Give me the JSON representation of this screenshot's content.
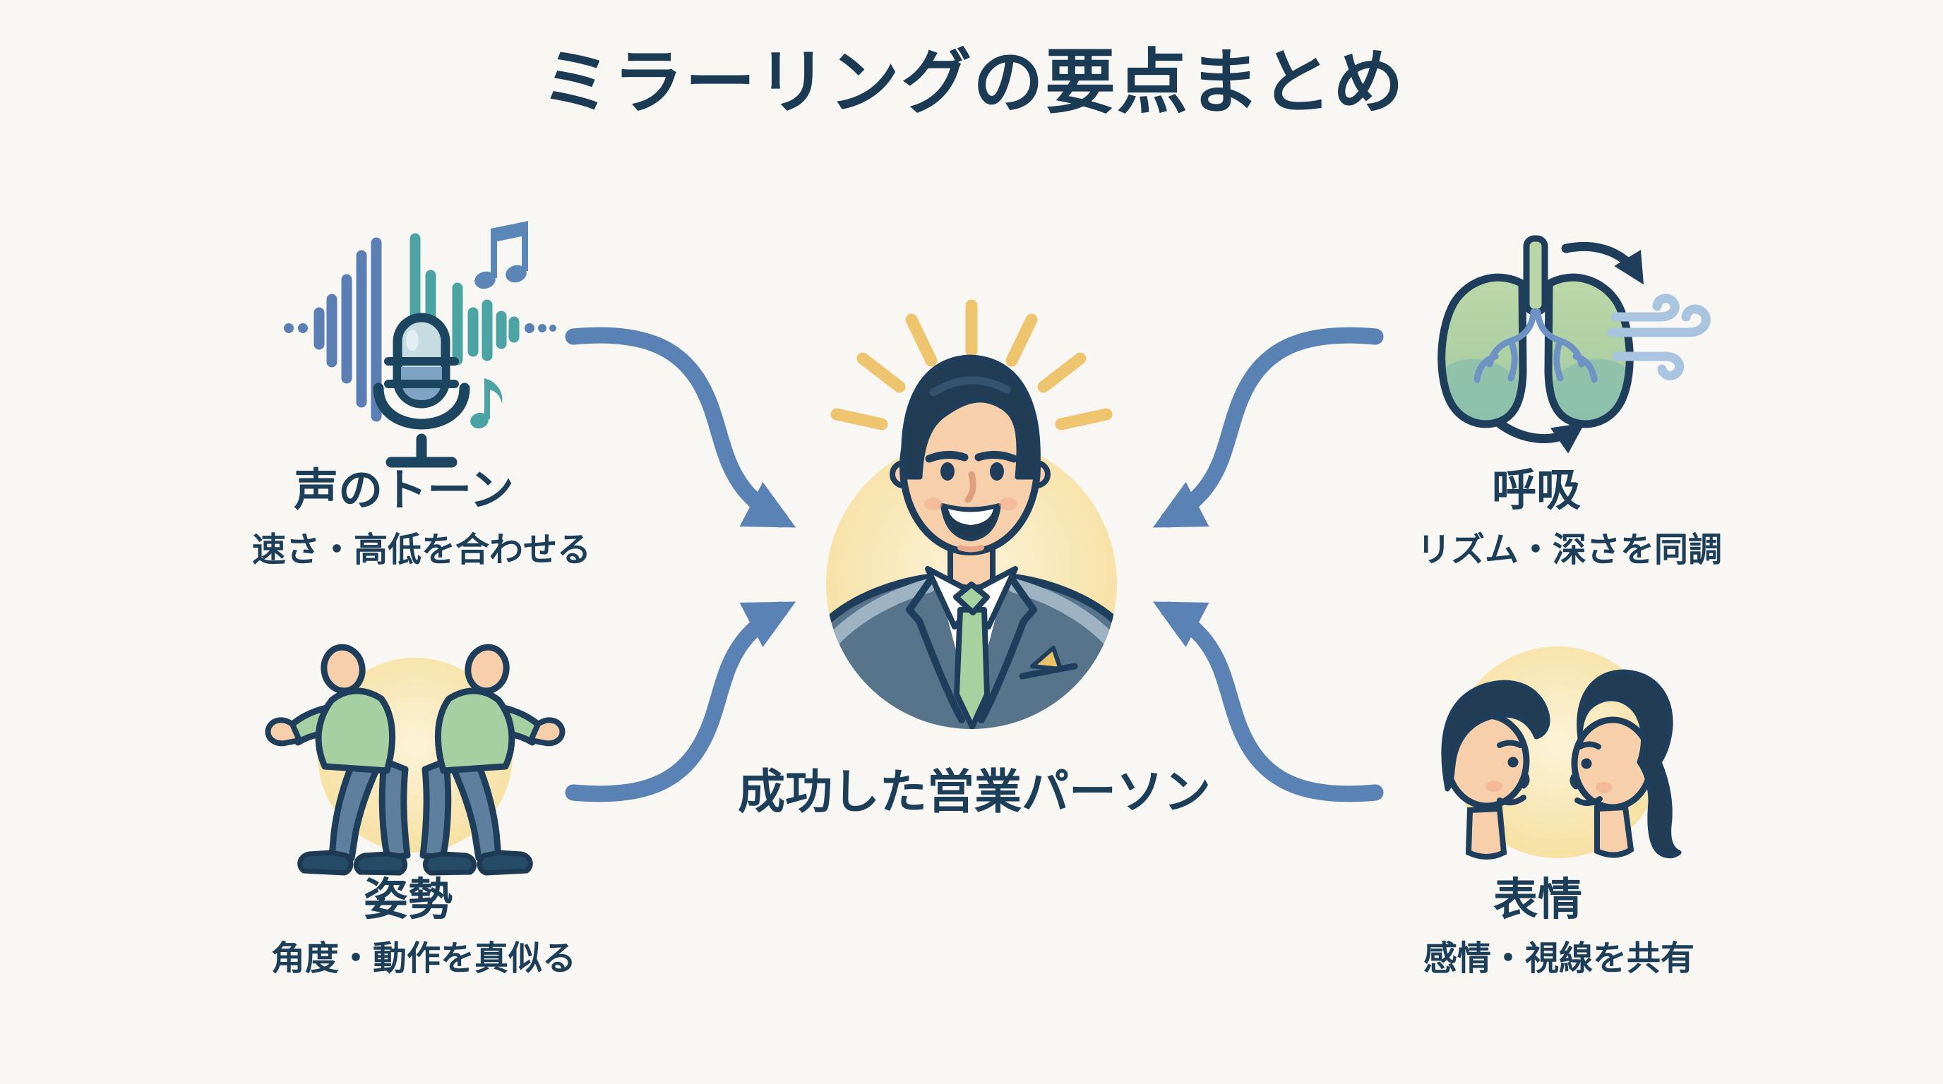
{
  "title": "ミラーリングの要点まとめ",
  "center": {
    "label": "成功した営業パーソン",
    "icon": "salesperson-avatar"
  },
  "nodes": [
    {
      "id": "voice-tone",
      "position": "top-left",
      "label": "声のトーン",
      "sublabel": "速さ・高低を合わせる",
      "icon": "microphone-waveform-icon"
    },
    {
      "id": "breathing",
      "position": "top-right",
      "label": "呼吸",
      "sublabel": "リズム・深さを同調",
      "icon": "lungs-icon"
    },
    {
      "id": "posture",
      "position": "bottom-left",
      "label": "姿勢",
      "sublabel": "角度・動作を真似る",
      "icon": "mirrored-figures-icon"
    },
    {
      "id": "expression",
      "position": "bottom-right",
      "label": "表情",
      "sublabel": "感情・視線を共有",
      "icon": "facing-people-icon"
    }
  ],
  "colors": {
    "background": "#f8f7f3",
    "text_navy": "#1c3e58",
    "outline_navy": "#1f3e5c",
    "arrow_blue": "#5b82b5",
    "wave_blue": "#5b7fb5",
    "teal": "#4ba3a3",
    "wind_blue": "#a8c4de",
    "bronchi_blue": "#6f92c5",
    "lung_green": "#b9d6a6",
    "lung_teal": "#8dc0ac",
    "skin_peach": "#f7d0ab",
    "blush": "#f2ab8c",
    "hair_navy": "#223c54",
    "suit_slate": "#57748a",
    "lapel_light": "#9db3c3",
    "tie_green": "#a7d2a0",
    "accent_yellow": "#eec56e",
    "halo_yellow": "#f6df9e",
    "shirt_white": "#ffffff",
    "pants_blue": "#5f7f9e",
    "shirt_green": "#a6cfa2"
  }
}
